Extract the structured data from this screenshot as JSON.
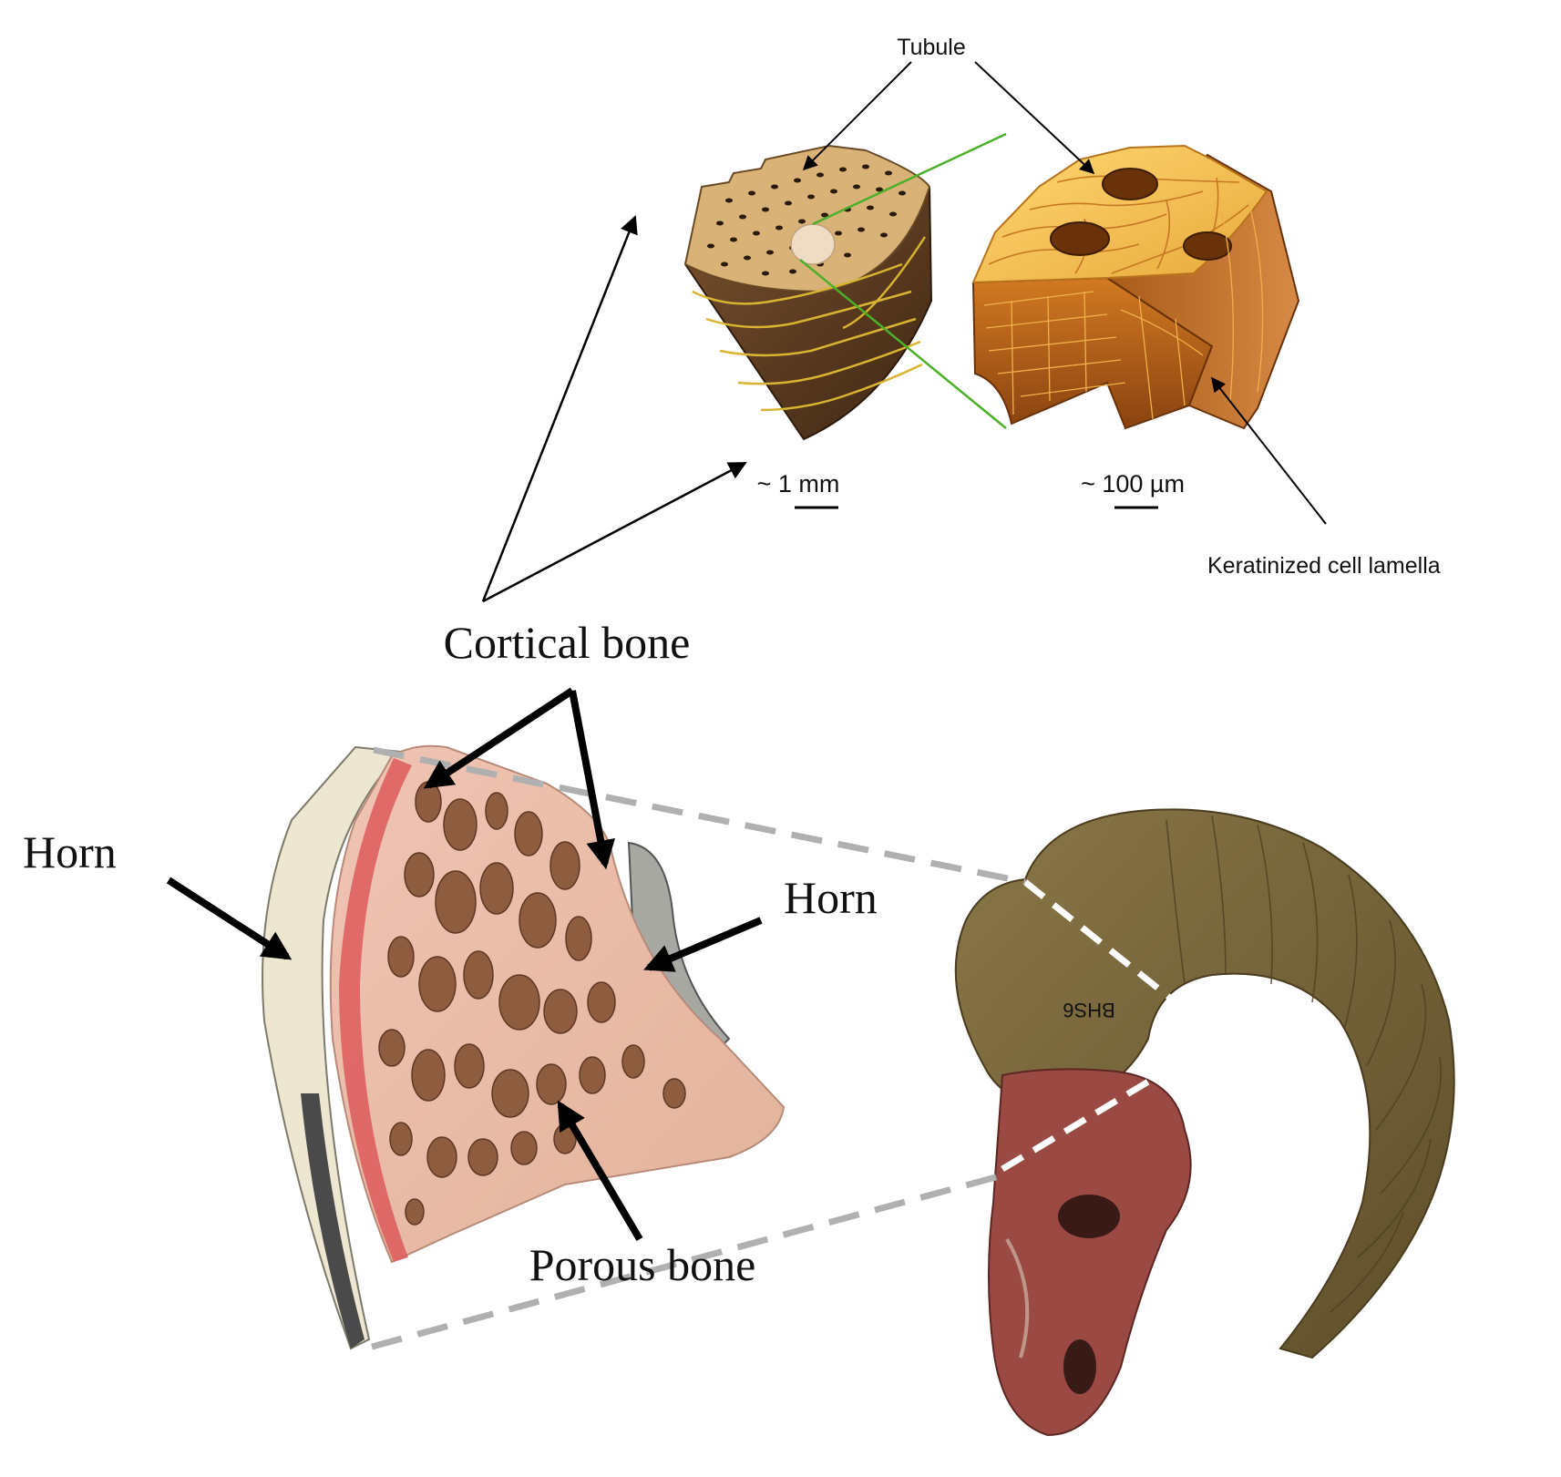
{
  "labels": {
    "tubule": "Tubule",
    "scale_1mm": "~ 1 mm",
    "scale_100um": "~ 100 µm",
    "keratinized_cell_lamella": "Keratinized cell lamella",
    "cortical_bone": "Cortical bone",
    "horn_left": "Horn",
    "horn_right": "Horn",
    "porous_bone": "Porous bone",
    "specimen_marking": "BHS6"
  },
  "colors": {
    "arrow": "#000000",
    "zoom_lines": "#4caf2a",
    "dashed_guides": "#b0b0b0",
    "horn_tan": "#d9b278",
    "horn_dark": "#5a3a1c",
    "micro_orange": "#c8701e",
    "micro_gold": "#f0c050",
    "bone_pink": "#e9b7a5",
    "bone_red": "#d9474a",
    "ram_horn": "#7d6a3d"
  }
}
